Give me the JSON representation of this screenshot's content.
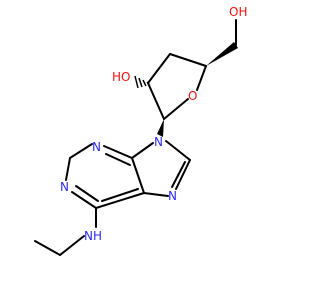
{
  "molecule": {
    "colors": {
      "bond": "#000000",
      "nitrogen": "#2A2AFF",
      "oxygen": "#FF0D0D"
    },
    "labels": {
      "hydroxyl_top": "OH",
      "hydroxyl_left": "HO",
      "ring_oxygen": "O",
      "n9": "N",
      "n7": "N",
      "n3": "N",
      "n1": "N",
      "nh": "NH"
    }
  }
}
